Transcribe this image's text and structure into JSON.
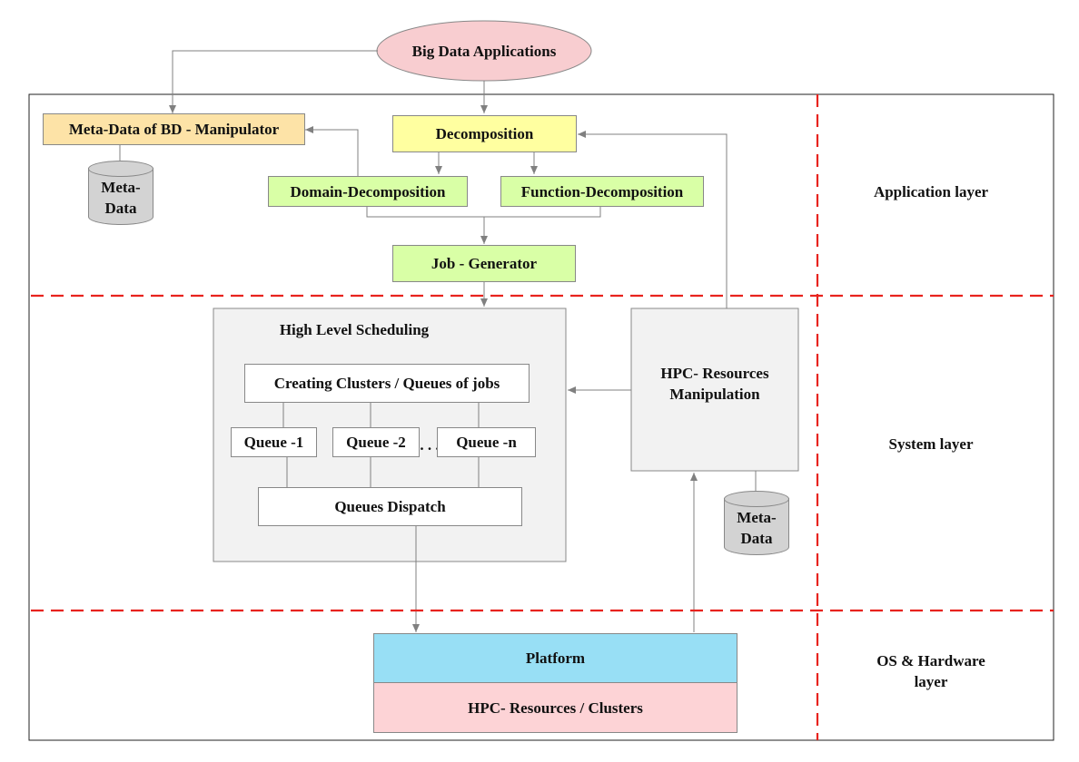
{
  "nodes": {
    "big_data_apps": "Big Data Applications",
    "metadata_manipulator": "Meta-Data of BD - Manipulator",
    "metadata_db_left": "Meta-\nData",
    "decomposition": "Decomposition",
    "domain_decomposition": "Domain-Decomposition",
    "function_decomposition": "Function-Decomposition",
    "job_generator": "Job - Generator",
    "high_level_scheduling": "High Level Scheduling",
    "creating_clusters": "Creating Clusters / Queues of jobs",
    "queue_1": "Queue -1",
    "queue_2": "Queue -2",
    "ellipsis": ". . .",
    "queue_n": "Queue -n",
    "queues_dispatch": "Queues Dispatch",
    "hpc_resources_manipulation": "HPC- Resources\nManipulation",
    "metadata_db_right": "Meta-\nData",
    "platform": "Platform",
    "hpc_clusters": "HPC- Resources / Clusters"
  },
  "layers": {
    "application": "Application layer",
    "system": "System layer",
    "os_hardware": "OS & Hardware\nlayer"
  },
  "colors": {
    "ellipse_fill": "#f8cdd0",
    "orange_fill": "#fde3a7",
    "yellow_fill": "#ffffa0",
    "green_fill": "#d9ffa6",
    "gray_fill": "#f2f2f2",
    "platform_fill": "#98dff5",
    "clusters_fill": "#fdd3d6",
    "dash_red": "#e8231e"
  }
}
